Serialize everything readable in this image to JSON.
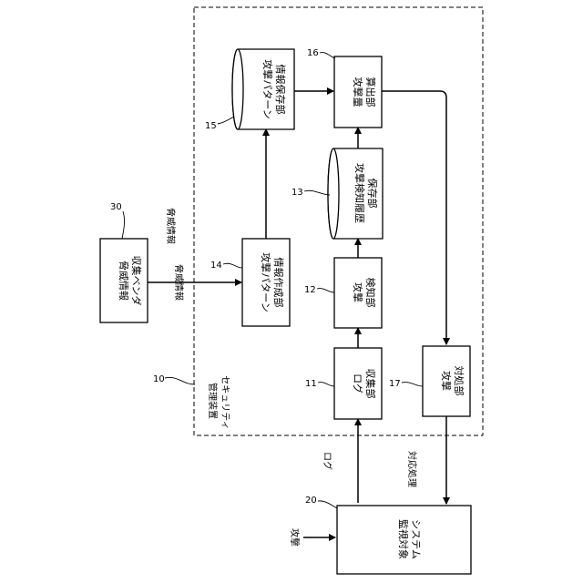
{
  "nodes": {
    "security_device": {
      "ref": "10",
      "line1": "セキュリティ",
      "line2": "管理装置"
    },
    "log_collector": {
      "ref": "11",
      "line1": "ログ",
      "line2": "収集部"
    },
    "attack_detector": {
      "ref": "12",
      "line1": "攻撃",
      "line2": "検知部"
    },
    "detection_history_store": {
      "ref": "13",
      "line1": "攻撃検知履歴",
      "line2": "保存部"
    },
    "pattern_creator": {
      "ref": "14",
      "line1": "攻撃パターン",
      "line2": "情報作成部"
    },
    "pattern_store": {
      "ref": "15",
      "line1": "攻撃パターン",
      "line2": "情報保存部"
    },
    "attack_amount_calculator": {
      "ref": "16",
      "line1": "攻撃量",
      "line2": "算出部"
    },
    "attack_handler": {
      "ref": "17",
      "line1": "攻撃",
      "line2": "対処部"
    },
    "monitored_system": {
      "ref": "20",
      "line1": "監視対象",
      "line2": "システム"
    },
    "threat_vendor": {
      "ref": "30",
      "line1": "脅威情報",
      "line2": "収集ベンダ"
    }
  },
  "edges": {
    "attack": "攻撃",
    "log": "ログ",
    "countermeasure": "対応処理",
    "threat_info_arrow": "脅威情報",
    "threat_info_label": "脅威情報"
  }
}
